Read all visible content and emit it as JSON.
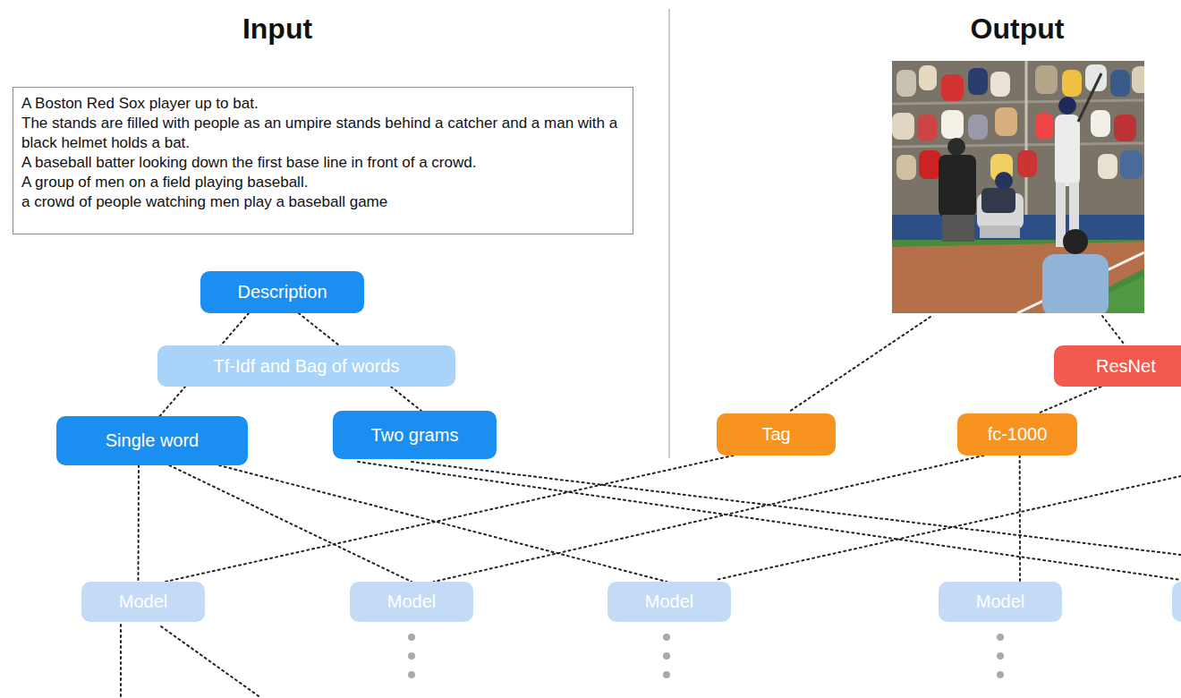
{
  "diagram": {
    "nodes": [
      {
        "text": [
          "A Boston Red Sox player up to bat.",
          "The stands are filled with people as an umpire stands behind a catcher and a man with a black helmet holds a bat.",
          "A baseball batter looking down the first base line in front of a crowd.",
          "A group of men on a field playing baseball.",
          "a crowd of people watching men play a baseball game"
        ]
      },
      {
        "text": [
          "Description"
        ]
      },
      {
        "text": [
          "Tf-Idf and Bag of words"
        ]
      },
      {
        "text": [
          "ResNet"
        ]
      },
      {
        "text": [
          "Single word"
        ]
      },
      {
        "text": [
          "Two grams"
        ]
      },
      {
        "text": [
          "Tag"
        ]
      },
      {
        "text": [
          "fc-1000"
        ]
      },
      {
        "text": [
          "Model"
        ]
      },
      {
        "text": [
          "Model"
        ]
      },
      {
        "text": [
          "Model"
        ]
      },
      {
        "text": [
          "Model"
        ]
      }
    ],
    "edges": [
      {
        "from": 1,
        "to": 4,
        "arrow": "none"
      },
      {
        "from": 1,
        "to": 5,
        "arrow": "none"
      },
      {
        "from": 3,
        "to": 7,
        "arrow": "none"
      },
      {
        "from": 4,
        "to": 8,
        "arrow": "none"
      },
      {
        "from": 4,
        "to": 9,
        "arrow": "none"
      },
      {
        "from": 4,
        "to": 10,
        "arrow": "none"
      },
      {
        "from": 6,
        "to": 8,
        "arrow": "none"
      },
      {
        "from": 7,
        "to": 9,
        "arrow": "none"
      },
      {
        "from": 7,
        "to": 11,
        "arrow": "none"
      }
    ],
    "labels": [
      "Input",
      "Output"
    ]
  }
}
